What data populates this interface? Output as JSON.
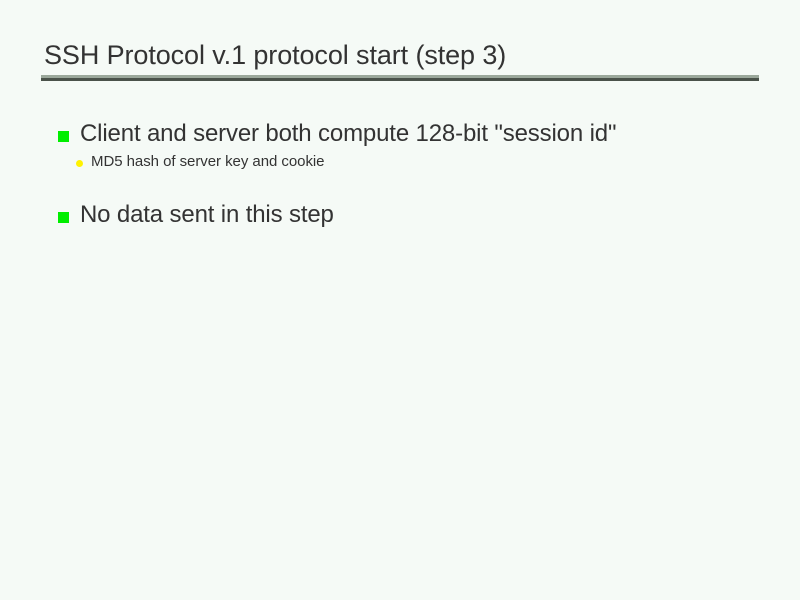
{
  "slide": {
    "title": "SSH Protocol v.1 protocol start (step 3)",
    "colors": {
      "background": "#F5FAF6",
      "text": "#333333",
      "level1_marker": "#00EE00",
      "level2_marker": "#FFF200",
      "rule_light": "#9BA89B",
      "rule_dark": "#4A524A"
    },
    "bullets": [
      {
        "level": 1,
        "marker": "green-square-bullet-icon",
        "text": "Client and server both compute 128-bit \"session id\"",
        "children": [
          {
            "level": 2,
            "marker": "yellow-dot-bullet-icon",
            "text": "MD5 hash of server key and cookie"
          }
        ]
      },
      {
        "level": 1,
        "marker": "green-square-bullet-icon",
        "text": "No data sent in this step",
        "children": []
      }
    ]
  }
}
